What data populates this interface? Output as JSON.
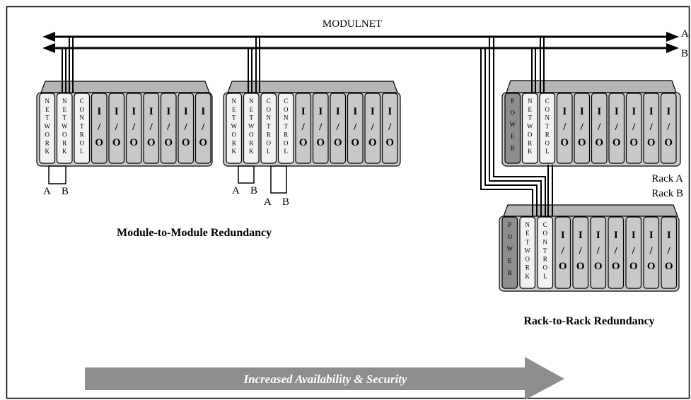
{
  "bus": {
    "title": "MODULNET",
    "line_a_label": "A",
    "line_b_label": "B"
  },
  "module_labels": {
    "power": "POWER",
    "network": "NETWORK",
    "control": "CONTROL",
    "io": "I/O"
  },
  "left_diagram": {
    "caption": "Module-to-Module Redundancy",
    "rack1_modules": [
      "NETWORK",
      "NETWORK",
      "CONTROL",
      "I/O",
      "I/O",
      "I/O",
      "I/O",
      "I/O",
      "I/O",
      "I/O"
    ],
    "rack1_ports": [
      "A",
      "B"
    ],
    "rack2_modules": [
      "NETWORK",
      "NETWORK",
      "CONTROL",
      "CONTROL",
      "I/O",
      "I/O",
      "I/O",
      "I/O",
      "I/O",
      "I/O"
    ],
    "rack2_network_ports": [
      "A",
      "B"
    ],
    "rack2_control_ports": [
      "A",
      "B"
    ]
  },
  "right_diagram": {
    "caption": "Rack-to-Rack Redundancy",
    "rack_a_label": "Rack A",
    "rack_b_label": "Rack B",
    "rack_a_modules": [
      "POWER",
      "NETWORK",
      "CONTROL",
      "I/O",
      "I/O",
      "I/O",
      "I/O",
      "I/O",
      "I/O",
      "I/O"
    ],
    "rack_b_modules": [
      "POWER",
      "NETWORK",
      "CONTROL",
      "I/O",
      "I/O",
      "I/O",
      "I/O",
      "I/O",
      "I/O",
      "I/O"
    ]
  },
  "arrow": {
    "label": "Increased Availability & Security"
  },
  "colors": {
    "rack_body": "#c9c9c9",
    "rack_top": "#b5b5b5",
    "io_module": "#c8c8c8",
    "network_module": "#f2f2f2",
    "power_module": "#8e8e8e",
    "arrow_fill": "#8e8e8e",
    "line": "#000000"
  }
}
